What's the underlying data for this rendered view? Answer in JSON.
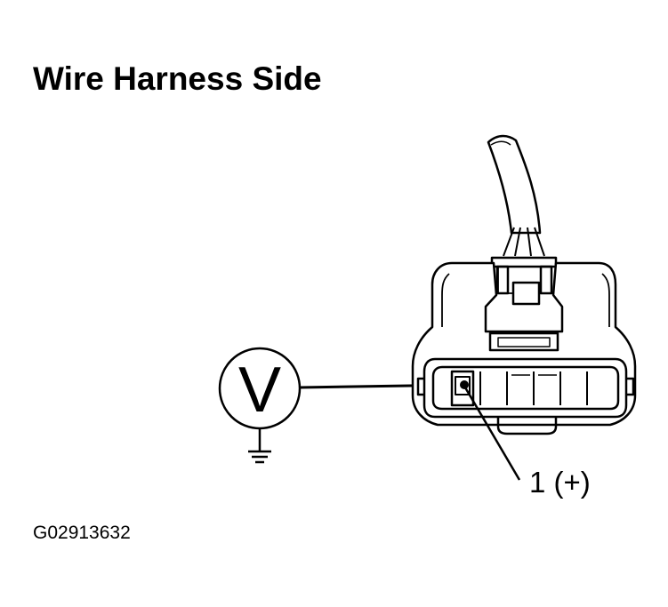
{
  "title": "Wire Harness Side",
  "meter": {
    "symbol": "V",
    "icon": "voltmeter-icon"
  },
  "ground_icon": "ground-icon",
  "connector_icon": "wire-harness-connector-icon",
  "pin_label": "1 (+)",
  "figure_code": "G02913632",
  "colors": {
    "line": "#000000",
    "background": "#ffffff"
  }
}
